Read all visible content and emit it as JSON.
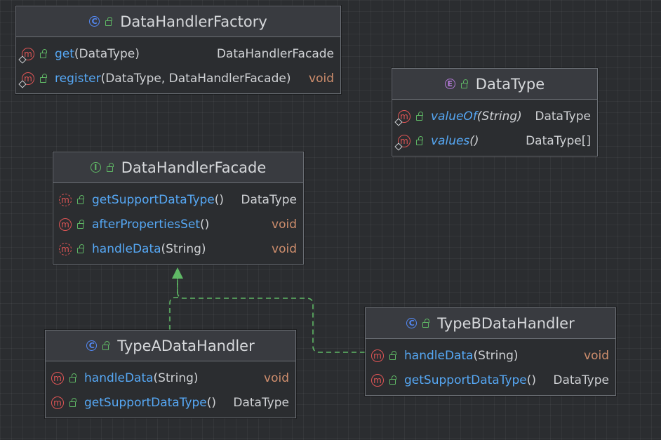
{
  "classes": {
    "factory": {
      "kind": "C",
      "name": "DataHandlerFactory",
      "methods": [
        {
          "name": "get",
          "params": "(DataType)",
          "ret": "DataHandlerFacade"
        },
        {
          "name": "register",
          "params": "(DataType, DataHandlerFacade)",
          "ret": "void"
        }
      ]
    },
    "datatype": {
      "kind": "E",
      "name": "DataType",
      "methods": [
        {
          "name": "valueOf",
          "params": "(String)",
          "ret": "DataType"
        },
        {
          "name": "values",
          "params": "()",
          "ret": "DataType[]"
        }
      ]
    },
    "facade": {
      "kind": "I",
      "name": "DataHandlerFacade",
      "methods": [
        {
          "name": "getSupportDataType",
          "params": "()",
          "ret": "DataType"
        },
        {
          "name": "afterPropertiesSet",
          "params": "()",
          "ret": "void"
        },
        {
          "name": "handleData",
          "params": "(String)",
          "ret": "void"
        }
      ]
    },
    "typeA": {
      "kind": "C",
      "name": "TypeADataHandler",
      "methods": [
        {
          "name": "handleData",
          "params": "(String)",
          "ret": "void"
        },
        {
          "name": "getSupportDataType",
          "params": "()",
          "ret": "DataType"
        }
      ]
    },
    "typeB": {
      "kind": "C",
      "name": "TypeBDataHandler",
      "methods": [
        {
          "name": "handleData",
          "params": "(String)",
          "ret": "void"
        },
        {
          "name": "getSupportDataType",
          "params": "()",
          "ret": "DataType"
        }
      ]
    }
  },
  "colors": {
    "background": "#2b2d30",
    "header": "#393b40",
    "method_name": "#56a8f5",
    "void": "#cf8e6d",
    "method_icon": "#e05555",
    "class_icon": "#548af7",
    "enum_icon": "#b57ad9",
    "interface_icon": "#5fb865",
    "realization_line": "#5fb865"
  }
}
